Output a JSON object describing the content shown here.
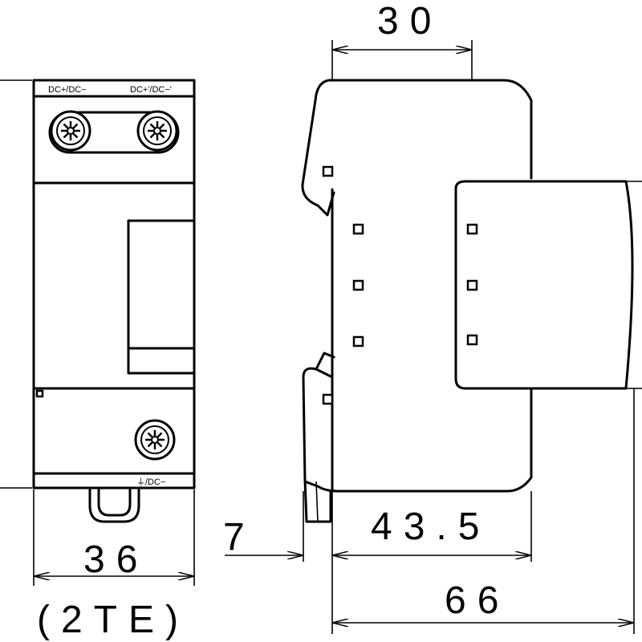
{
  "front_view": {
    "terminal_top_left_label": "DC+/DC−",
    "terminal_top_right_label": "DC+'/DC−'",
    "terminal_bottom_label": "⏚/DC−"
  },
  "dimensions": {
    "width_front": "36",
    "width_units": "(2TE)",
    "top_depth": "30",
    "rail_offset": "7",
    "body_depth": "43.5",
    "overall_depth": "66"
  }
}
